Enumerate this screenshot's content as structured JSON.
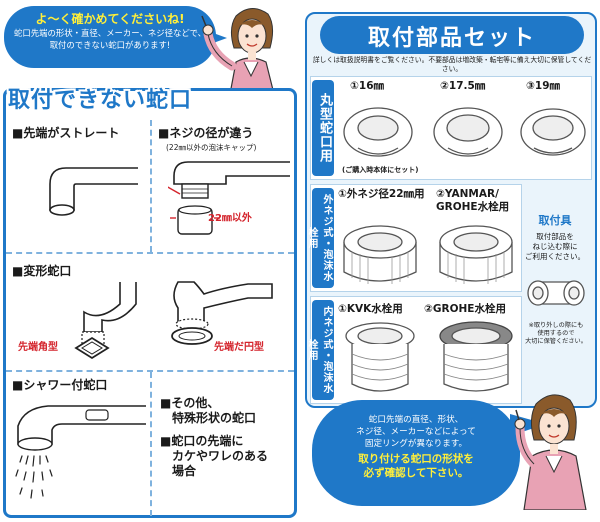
{
  "colors": {
    "accent": "#1f78c8",
    "highlight": "#ffef3a",
    "warning_red": "#d4242c",
    "panel_bg": "#eaf4fb",
    "suit_pink": "#e8a2b4"
  },
  "top_bubble": {
    "headline": "よ～く確かめてくださいね!",
    "lines": [
      "蛇口先端の形状・直径、メーカー、ネジ径などで、",
      "取付のできない蛇口があります!"
    ]
  },
  "left": {
    "title": "取付できない蛇口",
    "items": {
      "straight": "■先端がストレート",
      "thread": "■ネジの径が違う",
      "thread_note": "(22㎜以外の泡沫キャップ)",
      "thread_tag": "22㎜以外",
      "deformed": "■変形蛇口",
      "square_tag": "先端角型",
      "oval_tag": "先端だ円型",
      "shower": "■シャワー付蛇口",
      "other_1": "■その他、",
      "other_2": "特殊形状の蛇口",
      "crack_1": "■蛇口の先端に",
      "crack_2": "カケやワレのある",
      "crack_3": "場合"
    }
  },
  "right": {
    "title": "取付部品セット",
    "note_1": "詳しくは取扱説明書をご覧ください。不要部品は増改築・転宅等に備え大切に保管してください。",
    "round_section": {
      "bar": "丸型蛇口用",
      "rings": [
        "①16㎜",
        "②17.5㎜",
        "③19㎜"
      ],
      "caption": "(ご購入時本体にセット)"
    },
    "outer_section": {
      "bar": "外ネジ式・泡沫水栓用",
      "labels": [
        "①外ネジ径22㎜用",
        "②YANMAR/",
        "GROHE水栓用"
      ]
    },
    "inner_section": {
      "bar": "内ネジ式・泡沫水栓用",
      "labels": [
        "①KVK水栓用",
        "②GROHE水栓用"
      ]
    },
    "tool": {
      "title": "取付具",
      "text": [
        "取付部品を",
        "ねじ込む際に",
        "ご利用ください。"
      ],
      "note": [
        "※取り外しの際にも",
        "使用するので",
        "大切に保管ください。"
      ]
    }
  },
  "bottom_bubble": {
    "lines": [
      "蛇口先端の直径、形状、",
      "ネジ径、メーカーなどによって",
      "固定リングが異なります。"
    ],
    "highlight": [
      "取り付ける蛇口の形状を",
      "必ず確認して下さい。"
    ]
  }
}
